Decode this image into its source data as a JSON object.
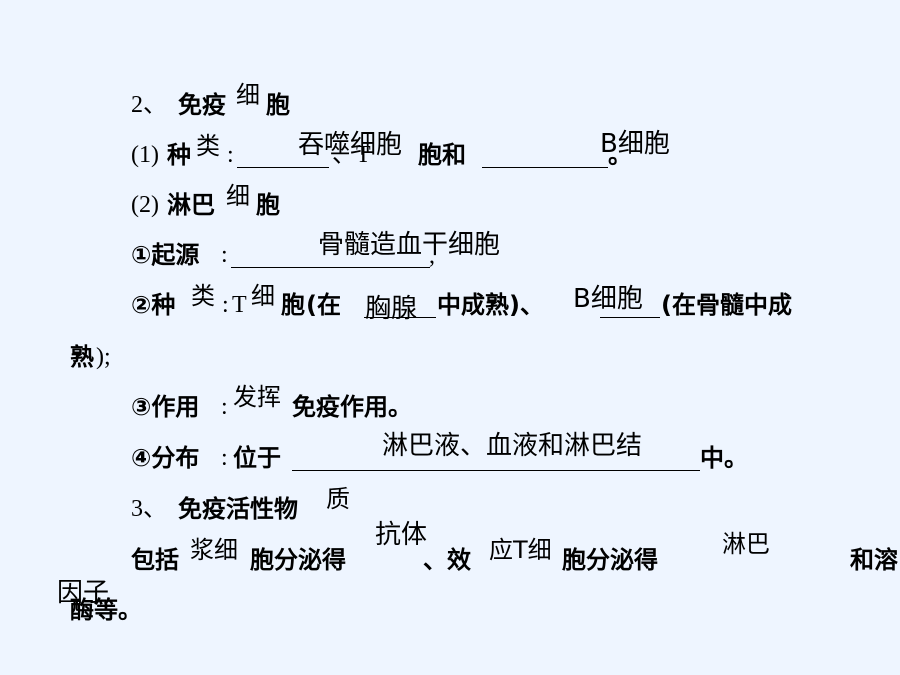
{
  "section2": {
    "num": "2、",
    "title_a": "免疫",
    "title_b": "细",
    "title_c": "胞"
  },
  "line1": {
    "prefix": "(1)",
    "label_a": "种",
    "label_b": "类",
    "colon": ":",
    "sep": "、T",
    "mid": "胞和",
    "end": "。",
    "ans1": "吞噬细胞",
    "ans2": "B细胞"
  },
  "line2": {
    "prefix": "(2)",
    "title_a": "淋巴",
    "title_b": "细",
    "title_c": "胞"
  },
  "item1": {
    "label": "①起源",
    "colon": ":",
    "comma": ",",
    "ans": "骨髓造血干细胞"
  },
  "item2": {
    "label_a": "②种",
    "label_b": "类",
    "colon": ":",
    "t_letter": "T",
    "xi": "细",
    "pao": "胞",
    "paren_open": "(在",
    "ans1": "胸腺",
    "mid": "中成熟)、",
    "ans2": "B细胞",
    "tail": "(在骨髓中成",
    "wrap": "熟",
    "wrap_end": ");"
  },
  "item3": {
    "label": "③作用",
    "colon": ":",
    "ans": "发挥",
    "tail": "免疫作用。"
  },
  "item4": {
    "label": "④分布",
    "colon": ":",
    "pre": "位于",
    "ans": "淋巴液、血液和淋巴结",
    "tail": "中。"
  },
  "section3": {
    "num": "3、",
    "title_a": "免疫活性物",
    "title_b": "质"
  },
  "line3": {
    "pre": "包括",
    "ans1": "浆细",
    "mid1": "胞分泌得",
    "ans2": "抗体",
    "sep": "、效",
    "ans3": "应T细",
    "mid2": "胞分泌得",
    "ans4": "淋巴",
    "tail": "和溶",
    "ans5": "因子",
    "wrap": "酶等。"
  }
}
